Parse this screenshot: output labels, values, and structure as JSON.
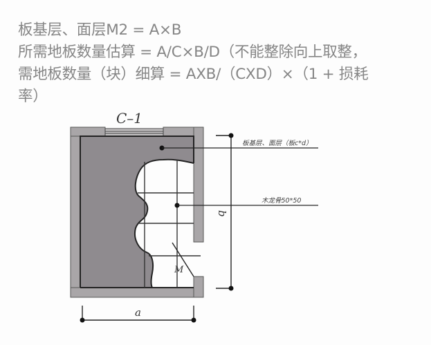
{
  "formulas": {
    "line1": "板基层、面层M2 = A×B",
    "line2": "所需地板数量估算 = A/C×B/D（不能整除向上取整，",
    "line3": "需地板数量（块）细算 = AXB/（CXD）×（1 + 损耗",
    "line4": "率）"
  },
  "diagram": {
    "window_label": "C–1",
    "callout_floor_layer": "板基层、面层（板c*d）",
    "callout_keel": "木龙骨50*50",
    "dimension_width": "a",
    "dimension_height": "b",
    "door_label": "M",
    "colors": {
      "wall": "#a9a6a8",
      "floor_fill": "#8f8b8f",
      "line": "#222222",
      "text": "#858585"
    }
  }
}
